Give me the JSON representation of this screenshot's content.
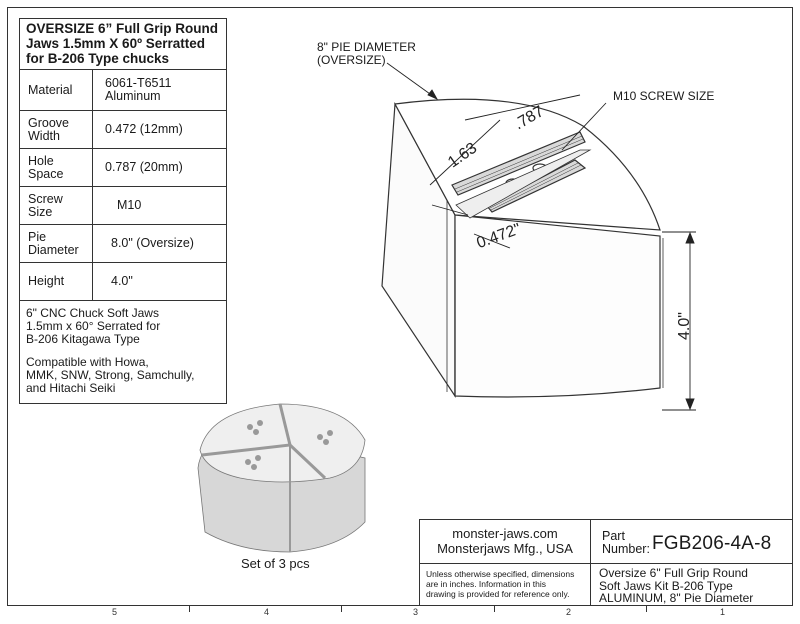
{
  "spec_table": {
    "title": "OVERSIZE 6” Full Grip Round Jaws 1.5mm X 60º Serratted for B-206 Type chucks",
    "rows": [
      {
        "label": "Material",
        "value": "6061-T6511\nAluminum"
      },
      {
        "label": "Groove\nWidth",
        "value": "0.472 (12mm)"
      },
      {
        "label": "Hole\nSpace",
        "value": "0.787 (20mm)"
      },
      {
        "label": "Screw\nSize",
        "value": "M10"
      },
      {
        "label": "Pie\nDiameter",
        "value": "8.0\" (Oversize)"
      },
      {
        "label": "Height",
        "value": "4.0\""
      }
    ],
    "note_1": "6\" CNC Chuck Soft Jaws\n1.5mm x 60° Serrated for\nB-206 Kitagawa Type",
    "note_2": "Compatible with Howa,\nMMK, SNW, Strong, Samchully,\nand Hitachi Seiki"
  },
  "drawing": {
    "pie_diameter_label": "8\" PIE DIAMETER\n(OVERSIZE)",
    "screw_size_label": "M10 SCREW SIZE",
    "dim_length": "1.63",
    "dim_hole_space": ".787",
    "dim_groove": "0.472\"",
    "dim_height": "4.0\"",
    "caption": "Set of 3 pcs"
  },
  "title_block": {
    "website": "monster-jaws.com",
    "company": "Monsterjaws Mfg., USA",
    "part_label": "Part\nNumber:",
    "part_number": "FGB206-4A-8",
    "disclaimer": "Unless otherwise specified, dimensions\nare in inches.  Information in this\ndrawing is provided for reference only.",
    "description": "Oversize 6\" Full Grip Round\nSoft Jaws Kit B-206 Type\nALUMINUM, 8\" Pie Diameter"
  },
  "zones": [
    "5",
    "4",
    "3",
    "2",
    "1"
  ]
}
